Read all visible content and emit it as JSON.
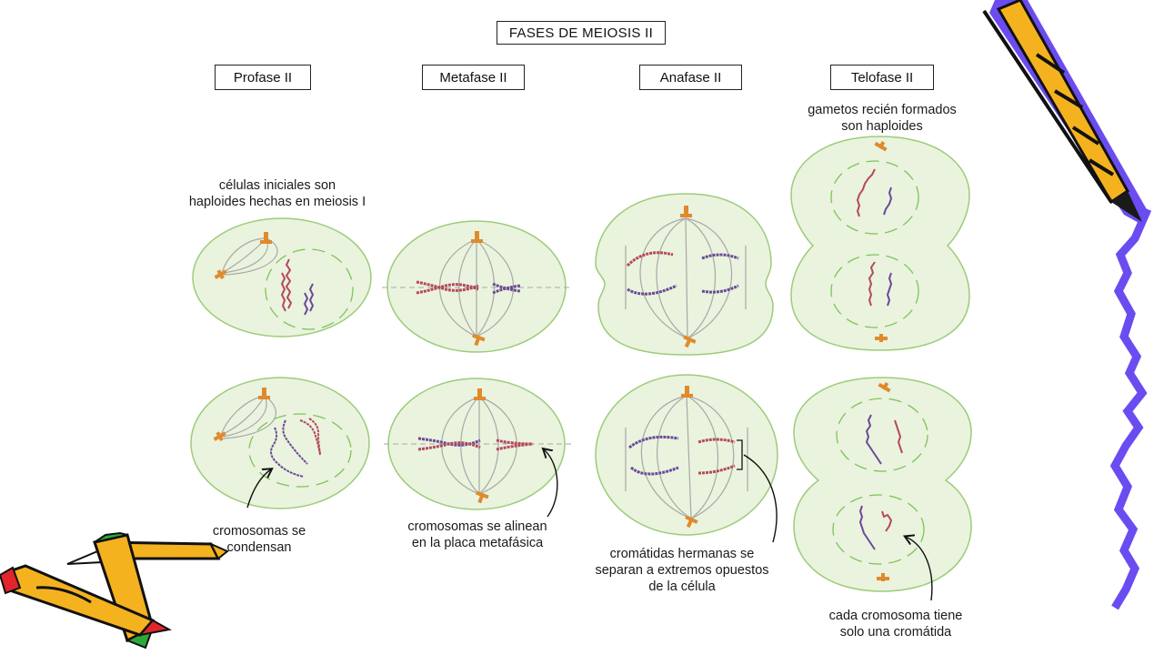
{
  "title": "FASES DE MEIOSIS II",
  "phases": [
    "Profase II",
    "Metafase II",
    "Anafase II",
    "Telofase II"
  ],
  "notes": {
    "initial_cells": [
      "células iniciales son",
      "haploides hechas en meiosis I"
    ],
    "new_gametes": [
      "gametos recién formados",
      "son haploides"
    ],
    "condense": [
      "cromosomas se",
      "condensan"
    ],
    "align": [
      "cromosomas se alinean",
      "en la placa metafásica"
    ],
    "separate": [
      "cromátidas hermanas se",
      "separan a extremos opuestos",
      "de la célula"
    ],
    "one_chromatid": [
      "cada cromosoma tiene",
      "solo una cromátida"
    ]
  },
  "colors": {
    "cell_fill": "#eaf3dd",
    "cell_stroke": "#9ccc7a",
    "nuclear_envelope": "#7cc45c",
    "spindle": "#a8a8a8",
    "centrosome": "#e08a2c",
    "chromosome_red": "#b5485f",
    "chromosome_purple": "#6a4a98",
    "decor_purple": "#6b4cf0",
    "pencil_yellow": "#f5b21f"
  },
  "icons": [
    "pencil-icon",
    "crayon-icon",
    "zigzag-line"
  ]
}
